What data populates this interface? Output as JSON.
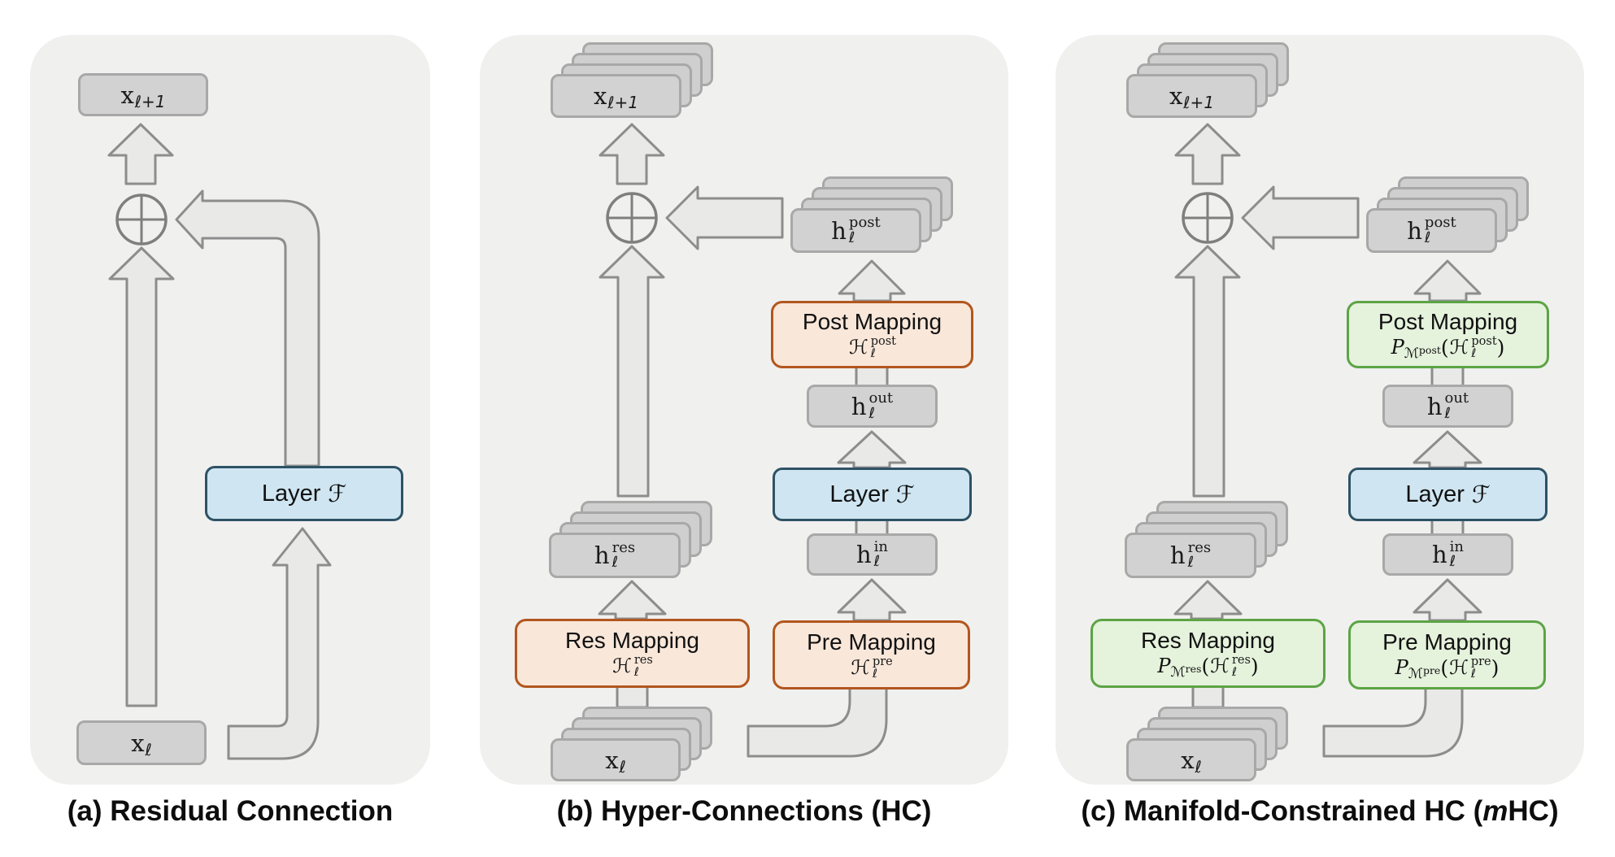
{
  "colors": {
    "panel_bg": "#f0f0ef",
    "gray_box_fill": "#d2d2d2",
    "gray_box_border": "#a8a8a8",
    "arrow_fill": "#e9e9e8",
    "arrow_stroke": "#8d8d8d",
    "layer_fill": "#cfe6f2",
    "layer_border": "#2e5265",
    "hc_mapping_fill": "#f9e7d9",
    "hc_mapping_border": "#b2571f",
    "mhc_mapping_fill": "#e5f2dc",
    "mhc_mapping_border": "#5ca445"
  },
  "panels": {
    "a": {
      "caption": {
        "pre": "(a) Residual Connection"
      },
      "x_out": {
        "base": "x",
        "sub": "ℓ+1"
      },
      "x_in": {
        "base": "x",
        "sub": "ℓ"
      },
      "layer": {
        "label": "Layer",
        "symbol": "ℱ"
      }
    },
    "b": {
      "caption": {
        "pre": "(b) Hyper-Connections (HC)"
      },
      "x_out": {
        "base": "x",
        "sub": "ℓ+1"
      },
      "x_in": {
        "base": "x",
        "sub": "ℓ"
      },
      "layer": {
        "label": "Layer",
        "symbol": "ℱ"
      },
      "h_post": {
        "base": "h",
        "sup": "post",
        "sub": "ℓ"
      },
      "h_out": {
        "base": "h",
        "sup": "out",
        "sub": "ℓ"
      },
      "h_in": {
        "base": "h",
        "sup": "in",
        "sub": "ℓ"
      },
      "h_res": {
        "base": "h",
        "sup": "res",
        "sub": "ℓ"
      },
      "post_map": {
        "label": "Post Mapping",
        "formula": {
          "h": "ℋ",
          "h_sup": "post",
          "h_sub": "ℓ"
        }
      },
      "pre_map": {
        "label": "Pre Mapping",
        "formula": {
          "h": "ℋ",
          "h_sup": "pre",
          "h_sub": "ℓ"
        }
      },
      "res_map": {
        "label": "Res Mapping",
        "formula": {
          "h": "ℋ",
          "h_sup": "res",
          "h_sub": "ℓ"
        }
      }
    },
    "c": {
      "caption": {
        "pre": "(c) Manifold-Constrained HC (",
        "it": "m",
        "post": "HC)"
      },
      "x_out": {
        "base": "x",
        "sub": "ℓ+1"
      },
      "x_in": {
        "base": "x",
        "sub": "ℓ"
      },
      "layer": {
        "label": "Layer",
        "symbol": "ℱ"
      },
      "h_post": {
        "base": "h",
        "sup": "post",
        "sub": "ℓ"
      },
      "h_out": {
        "base": "h",
        "sup": "out",
        "sub": "ℓ"
      },
      "h_in": {
        "base": "h",
        "sup": "in",
        "sub": "ℓ"
      },
      "h_res": {
        "base": "h",
        "sup": "res",
        "sub": "ℓ"
      },
      "post_map": {
        "label": "Post Mapping",
        "formula": {
          "p": "P",
          "m": "ℳ",
          "m_sup": "post",
          "open": "(",
          "h": "ℋ",
          "h_sup": "post",
          "h_sub": "ℓ",
          "close": ")"
        }
      },
      "pre_map": {
        "label": "Pre Mapping",
        "formula": {
          "p": "P",
          "m": "ℳ",
          "m_sup": "pre",
          "open": "(",
          "h": "ℋ",
          "h_sup": "pre",
          "h_sub": "ℓ",
          "close": ")"
        }
      },
      "res_map": {
        "label": "Res Mapping",
        "formula": {
          "p": "P",
          "m": "ℳ",
          "m_sup": "res",
          "open": "(",
          "h": "ℋ",
          "h_sup": "res",
          "h_sub": "ℓ",
          "close": ")"
        }
      }
    }
  }
}
